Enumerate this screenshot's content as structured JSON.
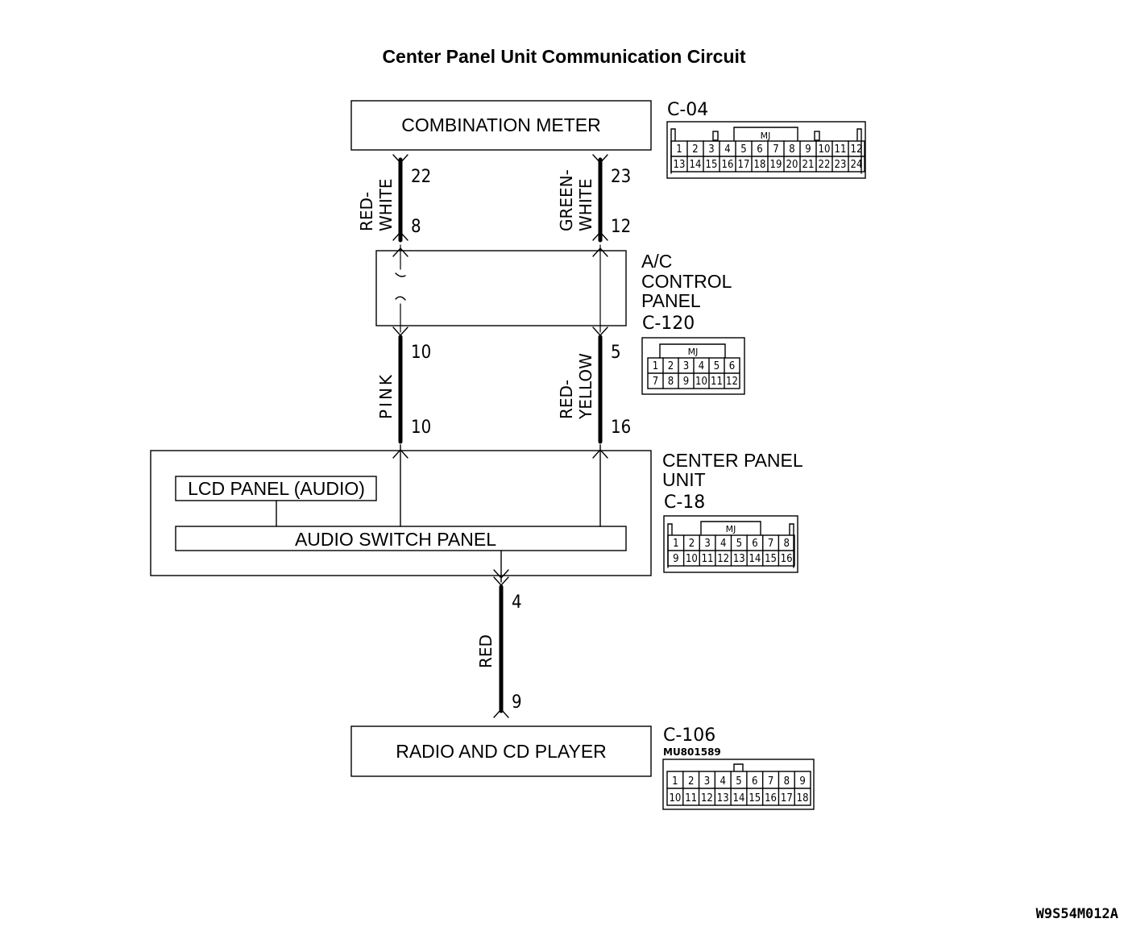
{
  "title": "Center Panel Unit Communication Circuit",
  "figure_code": "W9S54M012A",
  "components": {
    "combination_meter": "COMBINATION METER",
    "ac_control_panel": [
      "A/C",
      "CONTROL",
      "PANEL"
    ],
    "center_panel_unit": [
      "CENTER PANEL",
      "UNIT"
    ],
    "lcd_panel": "LCD PANEL (AUDIO)",
    "audio_switch_panel": "AUDIO SWITCH PANEL",
    "radio_cd": "RADIO AND CD PLAYER"
  },
  "connectors": {
    "c04": {
      "id": "C-04",
      "tag": "MJ",
      "row1": [
        "1",
        "2",
        "3",
        "4",
        "5",
        "6",
        "7",
        "8",
        "9",
        "10",
        "11",
        "12"
      ],
      "row2": [
        "13",
        "14",
        "15",
        "16",
        "17",
        "18",
        "19",
        "20",
        "21",
        "22",
        "23",
        "24"
      ]
    },
    "c120": {
      "id": "C-120",
      "tag": "MJ",
      "row1": [
        "1",
        "2",
        "3",
        "4",
        "5",
        "6"
      ],
      "row2": [
        "7",
        "8",
        "9",
        "10",
        "11",
        "12"
      ]
    },
    "c18": {
      "id": "C-18",
      "tag": "MJ",
      "row1": [
        "1",
        "2",
        "3",
        "4",
        "5",
        "6",
        "7",
        "8"
      ],
      "row2": [
        "9",
        "10",
        "11",
        "12",
        "13",
        "14",
        "15",
        "16"
      ]
    },
    "c106": {
      "id": "C-106",
      "part_no": "MU801589",
      "row1": [
        "1",
        "2",
        "3",
        "4",
        "5",
        "6",
        "7",
        "8",
        "9"
      ],
      "row2": [
        "10",
        "11",
        "12",
        "13",
        "14",
        "15",
        "16",
        "17",
        "18"
      ]
    }
  },
  "wires": {
    "w1": {
      "color": [
        "RED-",
        "WHITE"
      ],
      "top_pin": "22",
      "bottom_pin": "8"
    },
    "w2": {
      "color": [
        "GREEN-",
        "WHITE"
      ],
      "top_pin": "23",
      "bottom_pin": "12"
    },
    "w3": {
      "color": [
        "PINK"
      ],
      "top_pin": "10",
      "bottom_pin": "10"
    },
    "w4": {
      "color": [
        "RED-",
        "YELLOW"
      ],
      "top_pin": "5",
      "bottom_pin": "16"
    },
    "w5": {
      "color": [
        "RED"
      ],
      "top_pin": "4",
      "bottom_pin": "9"
    }
  }
}
